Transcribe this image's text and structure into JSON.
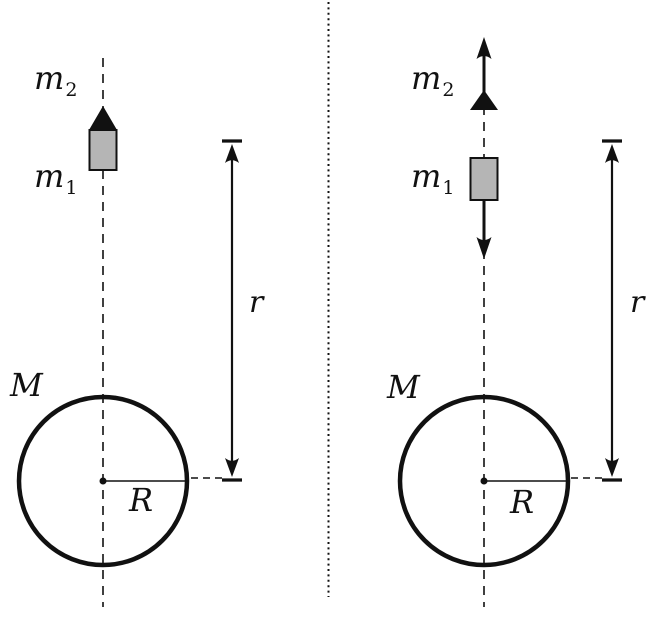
{
  "figure": {
    "colors": {
      "ink": "#111111",
      "mass_fill": "#b5b5b5",
      "background": "#ffffff"
    }
  },
  "panels": {
    "left": {
      "m2": {
        "base": "m",
        "sub": "2"
      },
      "m1": {
        "base": "m",
        "sub": "1"
      },
      "planet_mass_label": "M",
      "planet_radius_label": "R",
      "distance_label": "r"
    },
    "right": {
      "m2": {
        "base": "m",
        "sub": "2"
      },
      "m1": {
        "base": "m",
        "sub": "1"
      },
      "planet_mass_label": "M",
      "planet_radius_label": "R",
      "distance_label": "r"
    }
  }
}
